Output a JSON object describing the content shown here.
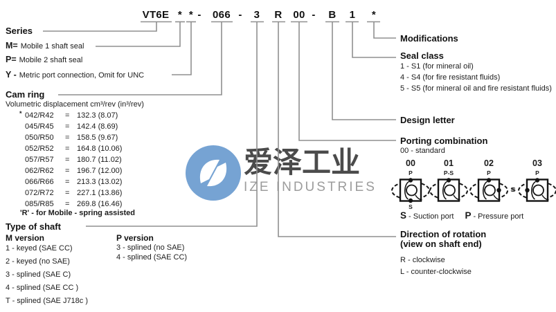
{
  "code": {
    "segments": [
      "VT6E",
      "*",
      "*",
      "-",
      "066",
      "-",
      "3",
      "R",
      "00",
      "-",
      "B",
      "1",
      "*"
    ]
  },
  "left": {
    "series_title": "Series",
    "shaft_seal_options": [
      {
        "key": "M=",
        "text": "Mobile 1 shaft seal"
      },
      {
        "key": "P=",
        "text": "Mobile 2 shaft seal"
      }
    ],
    "metric_option": {
      "key": "Y -",
      "text": "Metric port connection, Omit for UNC"
    },
    "cam_ring": {
      "title": "Cam ring",
      "subtitle": "Volumetric displacement cm³/rev (in³/rev)",
      "eq": "=",
      "footnote_star": "*",
      "rows": [
        {
          "code": "042/R42",
          "value": "132.3 (8.07)"
        },
        {
          "code": "045/R45",
          "value": "142.4 (8.69)"
        },
        {
          "code": "050/R50",
          "value": "158.5 (9.67)"
        },
        {
          "code": "052/R52",
          "value": "164.8 (10.06)"
        },
        {
          "code": "057/R57",
          "value": "180.7 (11.02)"
        },
        {
          "code": "062/R62",
          "value": "196.7 (12.00)"
        },
        {
          "code": "066/R66",
          "value": "213.3 (13.02)"
        },
        {
          "code": "072/R72",
          "value": "227.1 (13.86)"
        },
        {
          "code": "085/R85",
          "value": "269.8 (16.46)"
        }
      ],
      "footnote": "'R' -  for Mobile - spring assisted"
    },
    "type_of_shaft": {
      "title": "Type of shaft",
      "m_version": {
        "title": "M version",
        "items": [
          "1 - keyed (SAE CC)",
          "2 - keyed (no SAE)",
          "3 - splined (SAE C)",
          "4 - splined (SAE CC )",
          "T - splined (SAE J718c )"
        ]
      },
      "p_version": {
        "title": "P version",
        "items": [
          "3 - splined (no SAE)",
          "4 - splined (SAE CC)"
        ]
      }
    }
  },
  "right": {
    "modifications_title": "Modifications",
    "seal_class": {
      "title": "Seal class",
      "items": [
        "1 - S1  (for mineral oil)",
        "4 - S4 (for fire resistant fluids)",
        "5 - S5 (for mineral oil and fire resistant fluids)"
      ]
    },
    "design_letter_title": "Design letter",
    "porting": {
      "title": "Porting combination",
      "standard_note": "00 - standard",
      "options": [
        {
          "label": "00",
          "top_port": "P",
          "bottom_port": "S"
        },
        {
          "label": "01",
          "top_port": "P-S"
        },
        {
          "label": "02",
          "top_port": "P",
          "right_port": "S"
        },
        {
          "label": "03",
          "top_port": "P",
          "left_port": "S"
        }
      ],
      "legend": [
        {
          "key": "S",
          "text": "- Suction port"
        },
        {
          "key": "P",
          "text": "- Pressure port"
        }
      ]
    },
    "direction": {
      "title_line1": "Direction of rotation",
      "title_line2": "(view on shaft end)",
      "items": [
        "R - clockwise",
        "L - counter-clockwise"
      ]
    }
  },
  "watermark": {
    "cn": "爱泽工业",
    "en": "IZE INDUSTRIES",
    "logo_color": "#76a3d3",
    "line_color": "#8f8f8f"
  }
}
